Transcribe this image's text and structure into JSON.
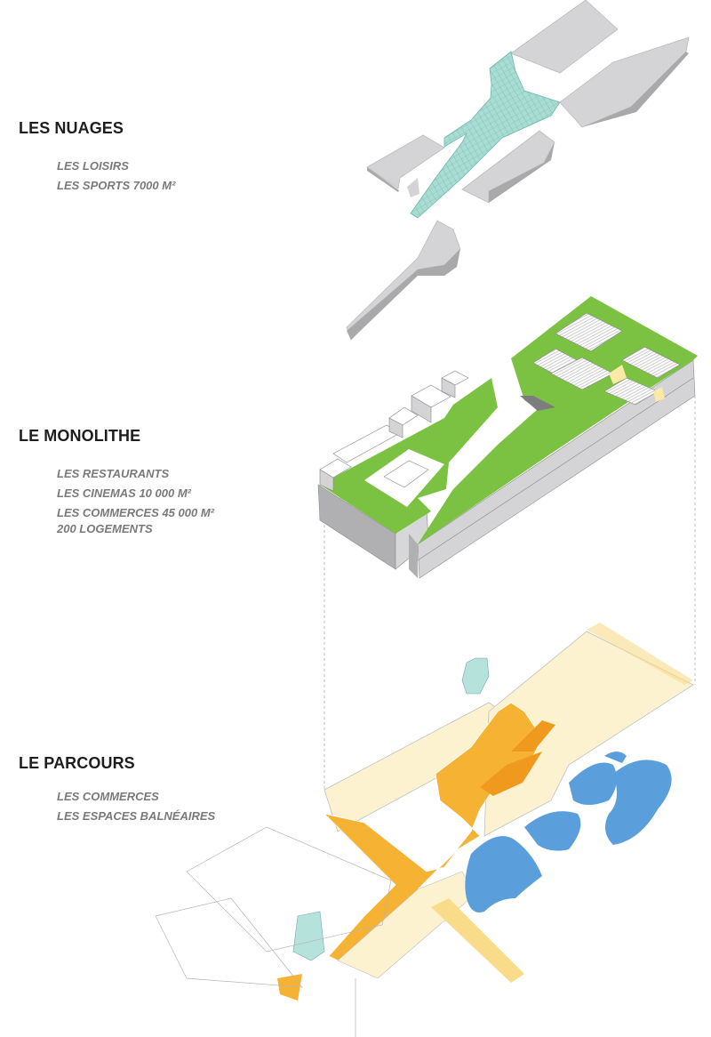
{
  "colors": {
    "grey_volume": "#d4d4d6",
    "grey_shadow": "#a9a9ab",
    "hatch_teal": "#a9dcd3",
    "roof_green": "#7cc242",
    "path_orange": "#f6b233",
    "path_deep_orange": "#ef9a1e",
    "ground_cream": "#fdf2cf",
    "ground_yellow": "#f9dc8a",
    "water_blue": "#5a9fdc",
    "glass_teal": "#b6e2dc",
    "title_text": "#1e1e1e",
    "subtitle_text": "#7a7a7a"
  },
  "sections": [
    {
      "title": "LES NUAGES",
      "items": [
        "LES LOISIRS",
        "LES SPORTS 7000 M²"
      ]
    },
    {
      "title": "LE MONOLITHE",
      "items": [
        "LES RESTAURANTS",
        "LES CINEMAS 10 000 M²",
        "LES COMMERCES 45 000 M²",
        "200 LOGEMENTS"
      ]
    },
    {
      "title": "LE PARCOURS",
      "items": [
        "LES COMMERCES",
        "LES ESPACES BALNÉAIRES"
      ]
    }
  ]
}
